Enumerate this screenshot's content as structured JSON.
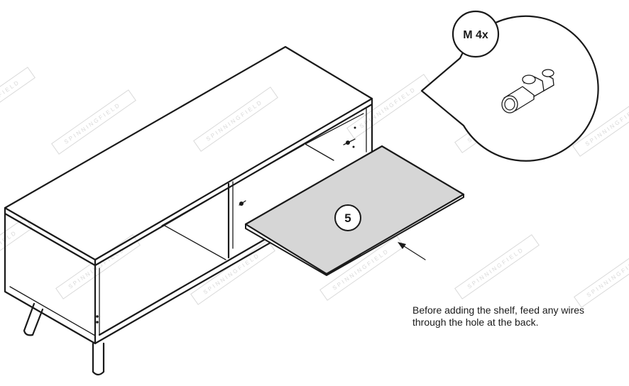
{
  "watermark": {
    "text": "SPINNINGFIELD"
  },
  "callout": {
    "label": "M 4x"
  },
  "step": {
    "number": "5"
  },
  "instruction": {
    "line1": "Before adding the shelf, feed any wires",
    "line2": "through the hole at the back."
  },
  "colors": {
    "line": "#1a1a1a",
    "shelf_fill": "#d6d6d6",
    "watermark": "#d9d9d9",
    "background": "#ffffff"
  }
}
